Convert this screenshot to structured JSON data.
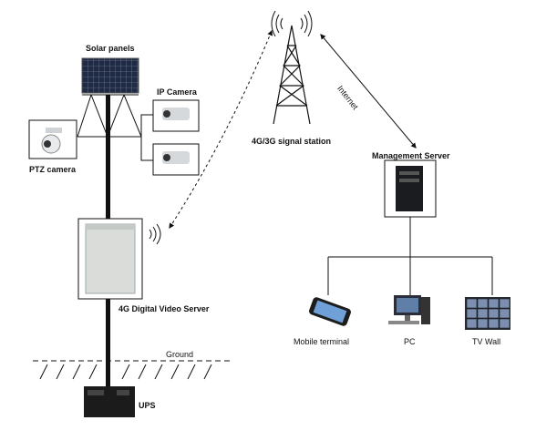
{
  "labels": {
    "solar_panels": "Solar panels",
    "ip_camera": "IP Camera",
    "ptz_camera": "PTZ camera",
    "video_server": "4G Digital Video Server",
    "signal_station": "4G/3G signal station",
    "internet": "Internet",
    "management_server": "Management Server",
    "mobile_terminal": "Mobile terminal",
    "pc": "PC",
    "tv_wall": "TV Wall",
    "ground": "Ground",
    "ups": "UPS"
  },
  "icons": [
    "solar-panel-icon",
    "ip-camera-icon",
    "ptz-camera-icon",
    "video-server-cabinet-icon",
    "signal-tower-icon",
    "server-tower-icon",
    "mobile-phone-icon",
    "pc-icon",
    "tv-wall-icon",
    "battery-icon",
    "wireless-signal-icon"
  ],
  "colors": {
    "line": "#111111",
    "panel": "#2a3550",
    "cabinet": "#d9dcd8",
    "screen": "#3a3f52"
  }
}
